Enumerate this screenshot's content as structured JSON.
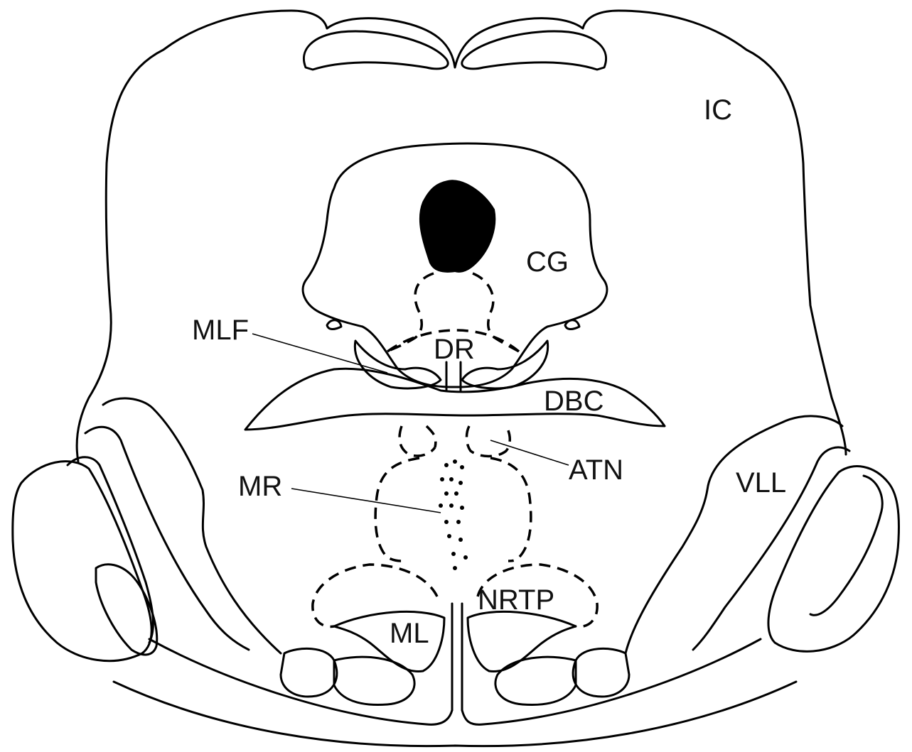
{
  "labels": {
    "ic": "IC",
    "cg": "CG",
    "mlf": "MLF",
    "dr": "DR",
    "dbc": "DBC",
    "atn": "ATN",
    "mr": "MR",
    "vll": "VLL",
    "nrtp": "NRTP",
    "ml": "ML"
  },
  "colors": {
    "stroke": "#000000",
    "background": "#ffffff",
    "aqueduct_fill": "#000000"
  }
}
